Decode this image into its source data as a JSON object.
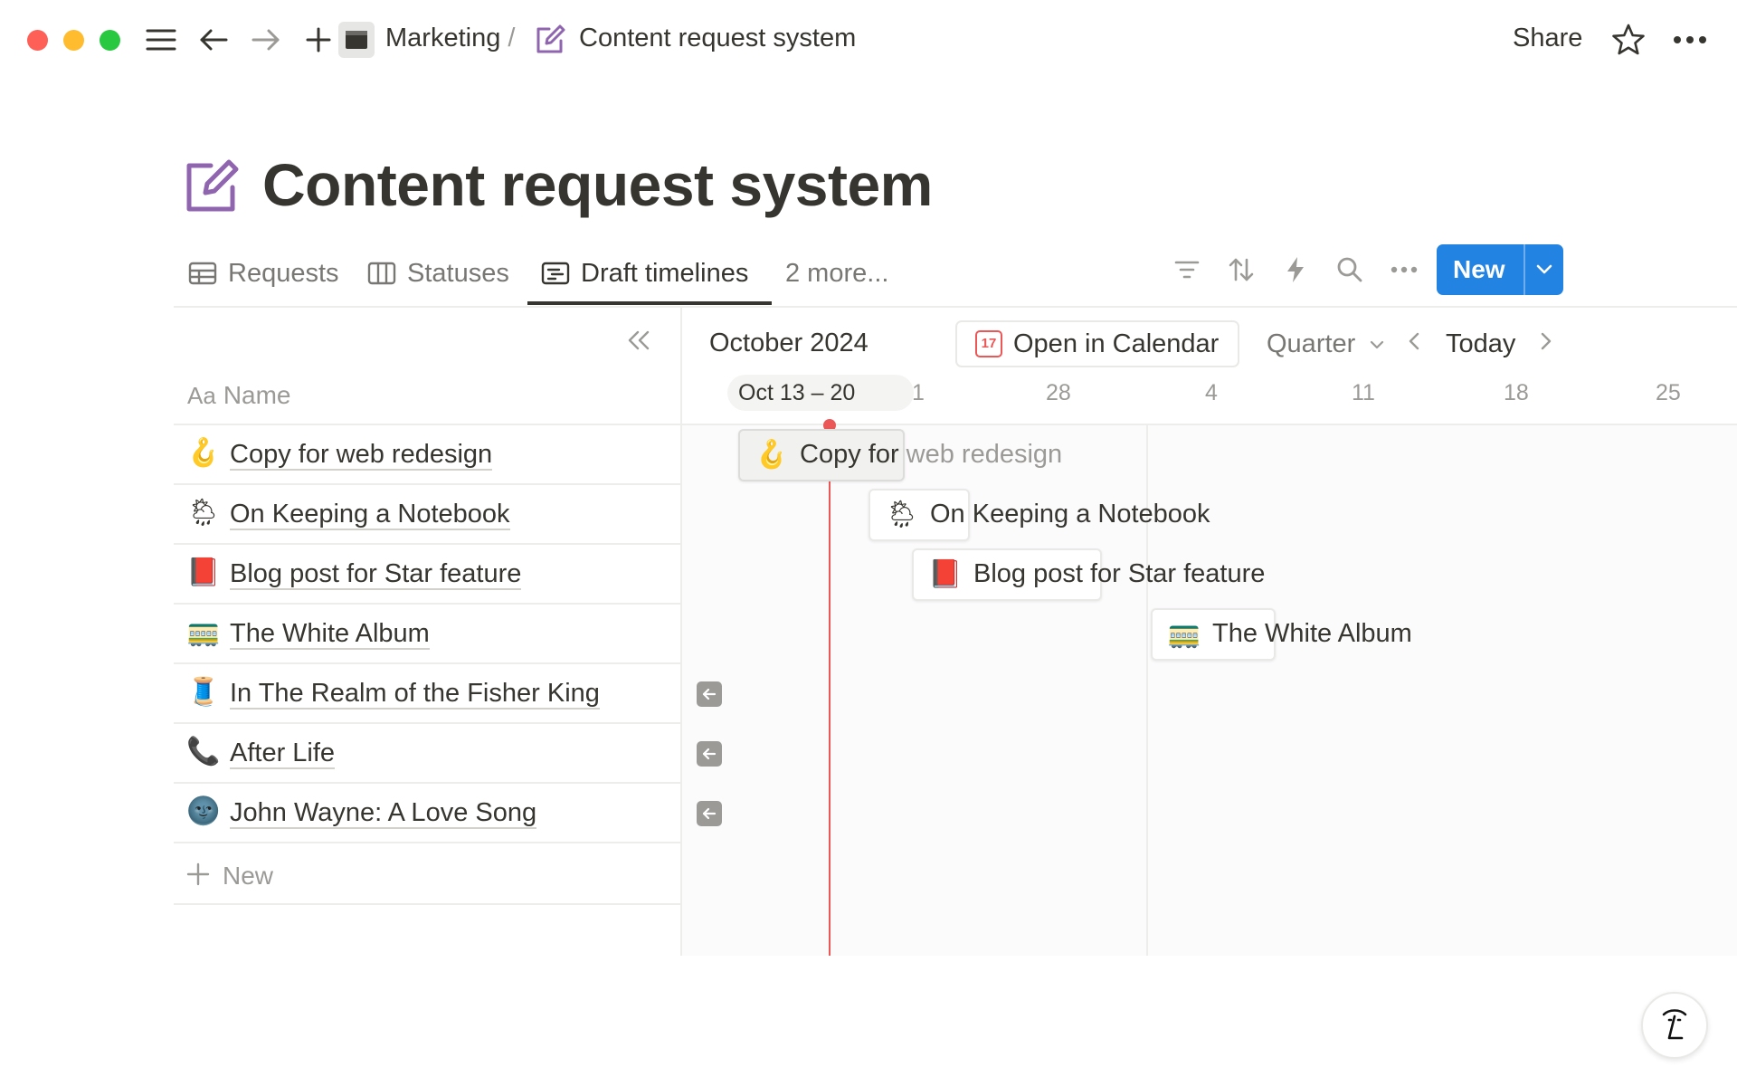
{
  "breadcrumb": {
    "parent": "Marketing",
    "separator": "/",
    "current": "Content request system"
  },
  "topbar": {
    "share_label": "Share"
  },
  "page": {
    "title": "Content request system"
  },
  "tabs": [
    {
      "label": "Requests",
      "icon": "table-icon"
    },
    {
      "label": "Statuses",
      "icon": "board-icon"
    },
    {
      "label": "Draft timelines",
      "icon": "timeline-icon",
      "active": true
    },
    {
      "label": "2 more..."
    }
  ],
  "toolbar": {
    "new_label": "New"
  },
  "table": {
    "header_icon": "Aa",
    "header_label": "Name",
    "rows": [
      {
        "emoji": "🪝",
        "name": "Copy for web redesign"
      },
      {
        "emoji": "🌦",
        "name": "On Keeping a Notebook"
      },
      {
        "emoji": "📕",
        "name": "Blog post for Star feature"
      },
      {
        "emoji": "🚃",
        "name": "The White Album"
      },
      {
        "emoji": "🧵",
        "name": "In The Realm of the Fisher King"
      },
      {
        "emoji": "📞",
        "name": "After Life"
      },
      {
        "emoji": "🌚",
        "name": "John Wayne: A Love Song"
      }
    ],
    "add_label": "New"
  },
  "timeline": {
    "month": "October 2024",
    "open_calendar_label": "Open in Calendar",
    "calendar_day": "17",
    "view_mode": "Quarter",
    "today_label": "Today",
    "current_range": "Oct 13 – 20",
    "ticks": [
      "1",
      "28",
      "4",
      "11",
      "18",
      "25"
    ],
    "cards": [
      {
        "emoji": "🪝",
        "label_visible": "Copy for",
        "label_faded": "web redesign"
      },
      {
        "emoji": "🌦",
        "label": "On Keeping a Notebook"
      },
      {
        "emoji": "📕",
        "label": "Blog post for Star feature"
      },
      {
        "emoji": "🚃",
        "label": "The White Album"
      }
    ]
  },
  "colors": {
    "accent": "#2383e2",
    "today_marker": "#eb5757",
    "title_icon": "#9065b0"
  }
}
